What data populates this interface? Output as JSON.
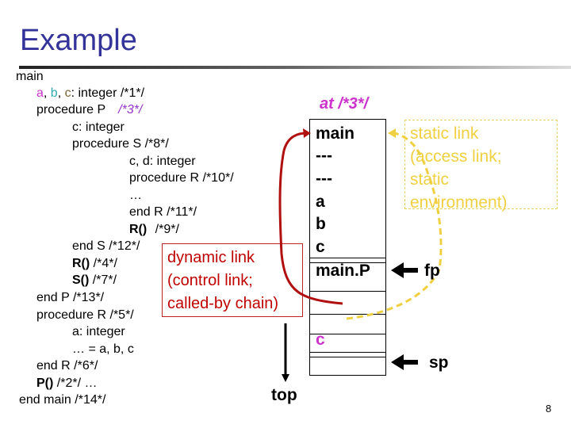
{
  "title": "Example",
  "code": {
    "l0": "main",
    "l1a": "a",
    "l1b": "b",
    "l1c": "c",
    "l1rest": ": integer /*1*/",
    "l2": "procedure P",
    "l2c": "/*3*/",
    "l3": "c: integer",
    "l4": "procedure S /*8*/",
    "l5": "c, d: integer",
    "l6": "procedure R /*10*/",
    "l7": "…",
    "l8": "end R /*11*/",
    "l9a": "R()",
    "l9b": "/*9*/",
    "l10": "end S /*12*/",
    "l11a": "R()",
    "l11b": "/*4*/",
    "l12a": "S()",
    "l12b": "/*7*/",
    "l13": "end P /*13*/",
    "l14": "procedure R /*5*/",
    "l15": "a: integer",
    "l16": "… = a, b, c",
    "l17": "end R /*6*/",
    "l18a": "P()",
    "l18b": "/*2*/ …",
    "l19": "end main /*14*/"
  },
  "dynamic_link": [
    "dynamic link",
    "(control link;",
    "called-by chain)"
  ],
  "static_link": [
    "static link",
    "(access link;",
    "static",
    "environment)"
  ],
  "stack": {
    "heading": "at /*3*/",
    "slots": [
      "main",
      "---",
      "---",
      "a",
      "b",
      "c",
      "main.P",
      "c"
    ]
  },
  "labels": {
    "fp": "fp",
    "sp": "sp",
    "top": "top"
  },
  "page_number": "8",
  "colors": {
    "title": "#333399",
    "dynamic": "#c00000",
    "static": "#f0d040",
    "magenta": "#cc33cc"
  }
}
